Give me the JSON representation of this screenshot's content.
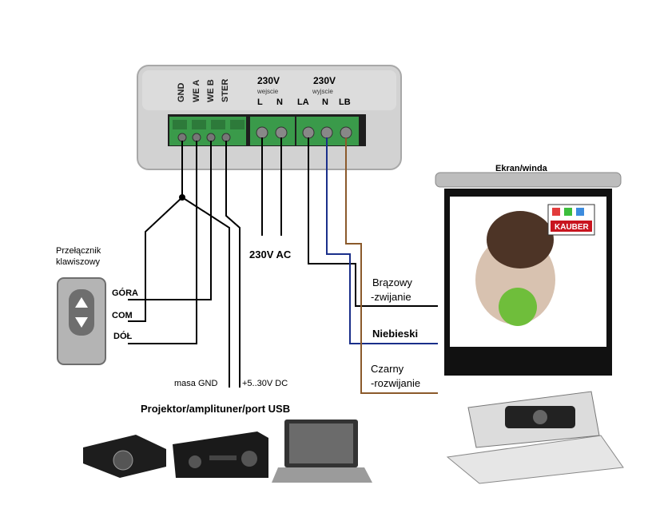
{
  "controller": {
    "terminals_left": [
      "GND",
      "WE A",
      "WE B",
      "STER"
    ],
    "input_block": {
      "voltage": "230V",
      "caption": "wejscie",
      "pins": [
        "L",
        "N"
      ]
    },
    "output_block": {
      "voltage": "230V",
      "caption": "wyjscie",
      "pins": [
        "LA",
        "N",
        "LB"
      ]
    }
  },
  "labels": {
    "ac": "230V AC",
    "switch_title_1": "Przełącznik",
    "switch_title_2": "klawiszowy",
    "gora": "GÓRA",
    "com": "COM",
    "dol": "DÓŁ",
    "masa": "masa GND",
    "dc": "+5..30V DC",
    "devices": "Projektor/amplituner/port USB",
    "screen_title": "Ekran/winda",
    "brown_1": "Brązowy",
    "brown_2": "-zwijanie",
    "blue": "Niebieski",
    "black_1": "Czarny",
    "black_2": "-rozwijanie",
    "brand": "KAUBER"
  },
  "colors": {
    "wire": "#000000",
    "brown": "#8b5a2b",
    "blue": "#1a2f8a",
    "terminal_green": "#3a9a4a",
    "housing": "#d2d2d2"
  },
  "icons": [
    "switch-icon",
    "projector-icon",
    "amplifier-icon",
    "laptop-icon",
    "projection-screen-icon",
    "projector-lift-icon"
  ]
}
